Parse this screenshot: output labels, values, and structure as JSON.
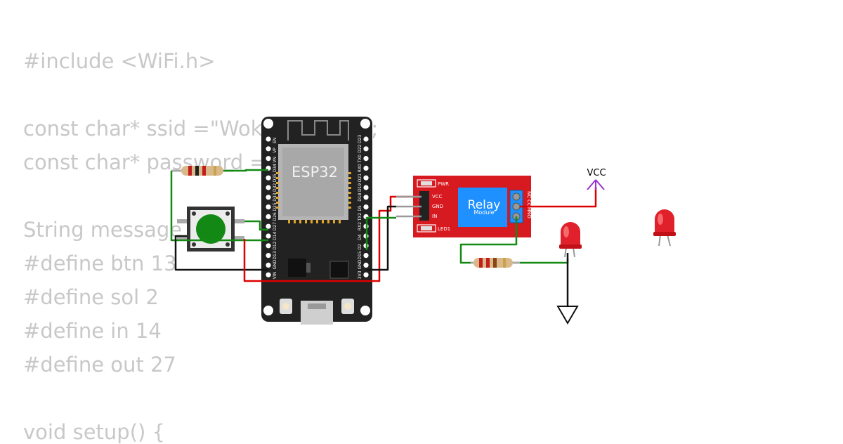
{
  "code": {
    "lines": [
      "#include <WiFi.h>",
      "",
      "const char* ssid =\"Wokwi-GUEST\";",
      "const char* password = \"\";",
      "",
      "String message",
      "#define btn 13",
      "#define sol 2",
      "#define in 14",
      "#define out 27",
      "",
      "void setup() {"
    ]
  },
  "esp32": {
    "chip_label": "ESP32",
    "left_pins": [
      "EN",
      "VP",
      "VN",
      "D34",
      "D35",
      "D32",
      "D33",
      "D25",
      "D26",
      "D27",
      "D14",
      "D12",
      "D13",
      "GND",
      "VIN"
    ],
    "right_pins": [
      "D23",
      "D22",
      "TX0",
      "RX0",
      "D21",
      "D19",
      "D18",
      "D5",
      "TX2",
      "RX2",
      "D4",
      "D2",
      "D15",
      "GND",
      "3V3"
    ]
  },
  "relay": {
    "title": "Relay",
    "subtitle": "Module",
    "pin_labels": [
      "VCC",
      "GND",
      "IN"
    ],
    "led_labels": [
      "PWR",
      "LED1"
    ],
    "terminal_labels": [
      "NC",
      "COM",
      "NO"
    ]
  },
  "vcc": {
    "label": "VCC"
  },
  "colors": {
    "board": "#222222",
    "relay_board": "#d71920",
    "relay_block": "#1e90ff",
    "wire_green": "#138a13",
    "wire_red": "#dd0000",
    "wire_black": "#111111",
    "vcc_purple": "#9932cc",
    "led_red": "#e0202a"
  }
}
